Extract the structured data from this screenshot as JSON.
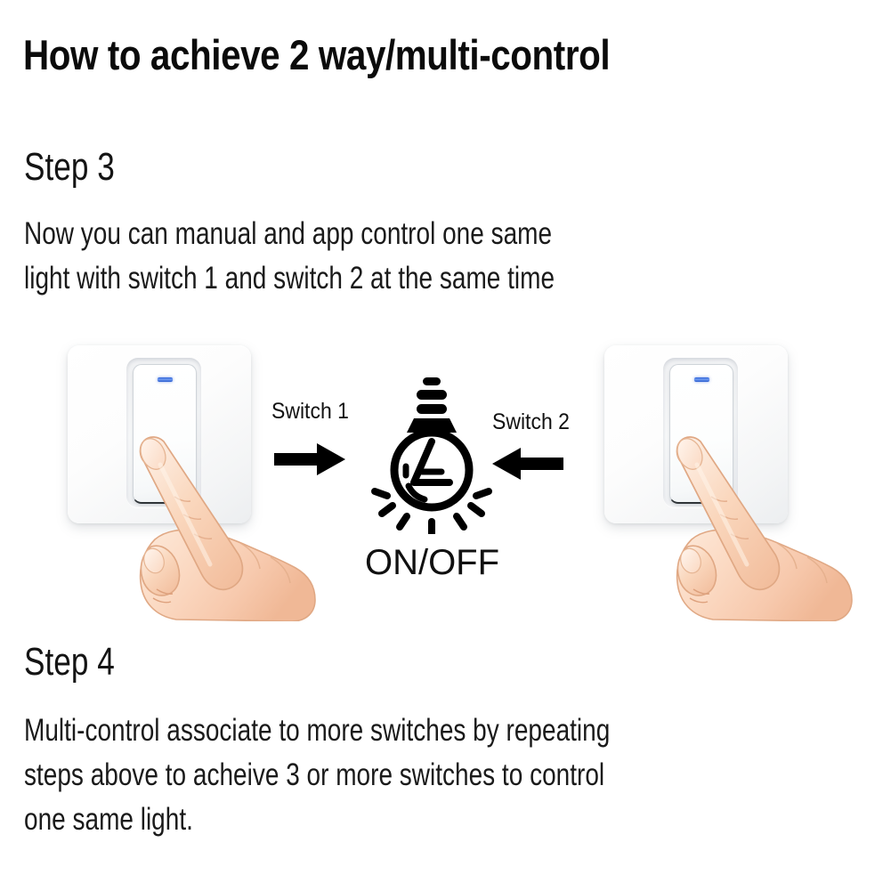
{
  "page": {
    "title": "How to achieve 2 way/multi-control",
    "background_color": "#ffffff",
    "text_color": "#111111"
  },
  "steps": [
    {
      "heading": "Step 3",
      "lines": [
        "Now you can manual and app control one same",
        "light with switch 1 and switch 2 at the same time"
      ]
    },
    {
      "heading": "Step 4",
      "lines": [
        "Multi-control associate to more switches by repeating",
        "steps above to acheive 3 or more switches to control",
        "one same light."
      ]
    }
  ],
  "diagram": {
    "switches": [
      {
        "id": "switch-1",
        "label": "Switch 1",
        "arrow_direction": "right",
        "led_color": "#2f62d8",
        "plate_color": "#fdfdfd",
        "finger_pressing": true
      },
      {
        "id": "switch-2",
        "label": "Switch 2",
        "arrow_direction": "left",
        "led_color": "#2f62d8",
        "plate_color": "#fdfdfd",
        "finger_pressing": true
      }
    ],
    "light": {
      "icon": "light-bulb-icon",
      "state_label": "ON/OFF",
      "rays_count": 7,
      "color": "#000000"
    }
  }
}
